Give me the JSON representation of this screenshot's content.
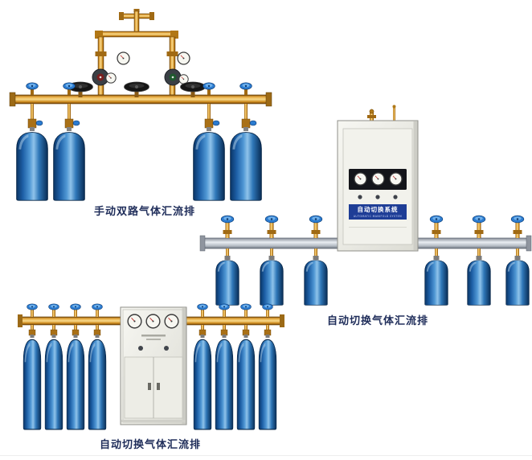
{
  "page": {
    "background_color": "#ffffff",
    "caption_color": "#1f2d5a",
    "divider_color": "#c8c8c8"
  },
  "products": [
    {
      "caption": "手动双路气体汇流排"
    },
    {
      "caption": "自动切换气体汇流排"
    },
    {
      "caption": "自动切换气体汇流排"
    }
  ],
  "cabinet_panel": {
    "title": "自动切换系统",
    "subtitle": "AUTOMATIC MANIFOLD SYSTEM"
  },
  "colors": {
    "brass": "#cf8c1e",
    "cylinder_blue": "#2f7cc4",
    "handwheel_blue": "#2b7bd0",
    "manifold_silver": "#c3c9d2",
    "cabinet_body": "#efefe9",
    "panel_band_blue": "#1e3d96"
  }
}
